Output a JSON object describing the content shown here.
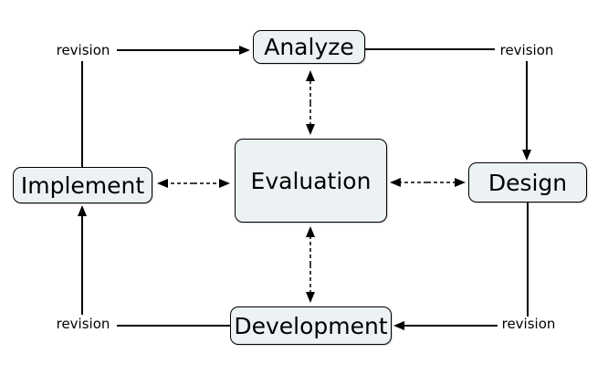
{
  "diagram": {
    "nodes": {
      "analyze": {
        "label": "Analyze"
      },
      "design": {
        "label": "Design"
      },
      "development": {
        "label": "Development"
      },
      "implement": {
        "label": "Implement"
      },
      "evaluation": {
        "label": "Evaluation"
      }
    },
    "revision_labels": {
      "top_left": "revision",
      "top_right": "revision",
      "bottom_left": "revision",
      "bottom_right": "revision"
    },
    "edges": [
      {
        "from": "implement",
        "to": "revision-top-left",
        "style": "solid",
        "arrowhead": "none"
      },
      {
        "from": "revision-top-left",
        "to": "analyze",
        "style": "solid",
        "arrowhead": "end"
      },
      {
        "from": "analyze",
        "to": "revision-top-right",
        "style": "solid",
        "arrowhead": "none"
      },
      {
        "from": "revision-top-right",
        "to": "design",
        "style": "solid",
        "arrowhead": "end"
      },
      {
        "from": "design",
        "to": "revision-bottom-right",
        "style": "solid",
        "arrowhead": "none"
      },
      {
        "from": "revision-bottom-right",
        "to": "development",
        "style": "solid",
        "arrowhead": "end"
      },
      {
        "from": "development",
        "to": "revision-bottom-left",
        "style": "solid",
        "arrowhead": "none"
      },
      {
        "from": "revision-bottom-left",
        "to": "implement",
        "style": "solid",
        "arrowhead": "end"
      },
      {
        "from": "evaluation",
        "to": "analyze",
        "style": "dashed",
        "arrowhead": "both"
      },
      {
        "from": "evaluation",
        "to": "design",
        "style": "dashed",
        "arrowhead": "both"
      },
      {
        "from": "evaluation",
        "to": "development",
        "style": "dashed",
        "arrowhead": "both"
      },
      {
        "from": "evaluation",
        "to": "implement",
        "style": "dashed",
        "arrowhead": "both"
      }
    ],
    "colors": {
      "node_fill": "#ecf2f4",
      "node_border": "#000000",
      "arrow": "#000000",
      "text": "#000000",
      "background": "#ffffff"
    }
  }
}
